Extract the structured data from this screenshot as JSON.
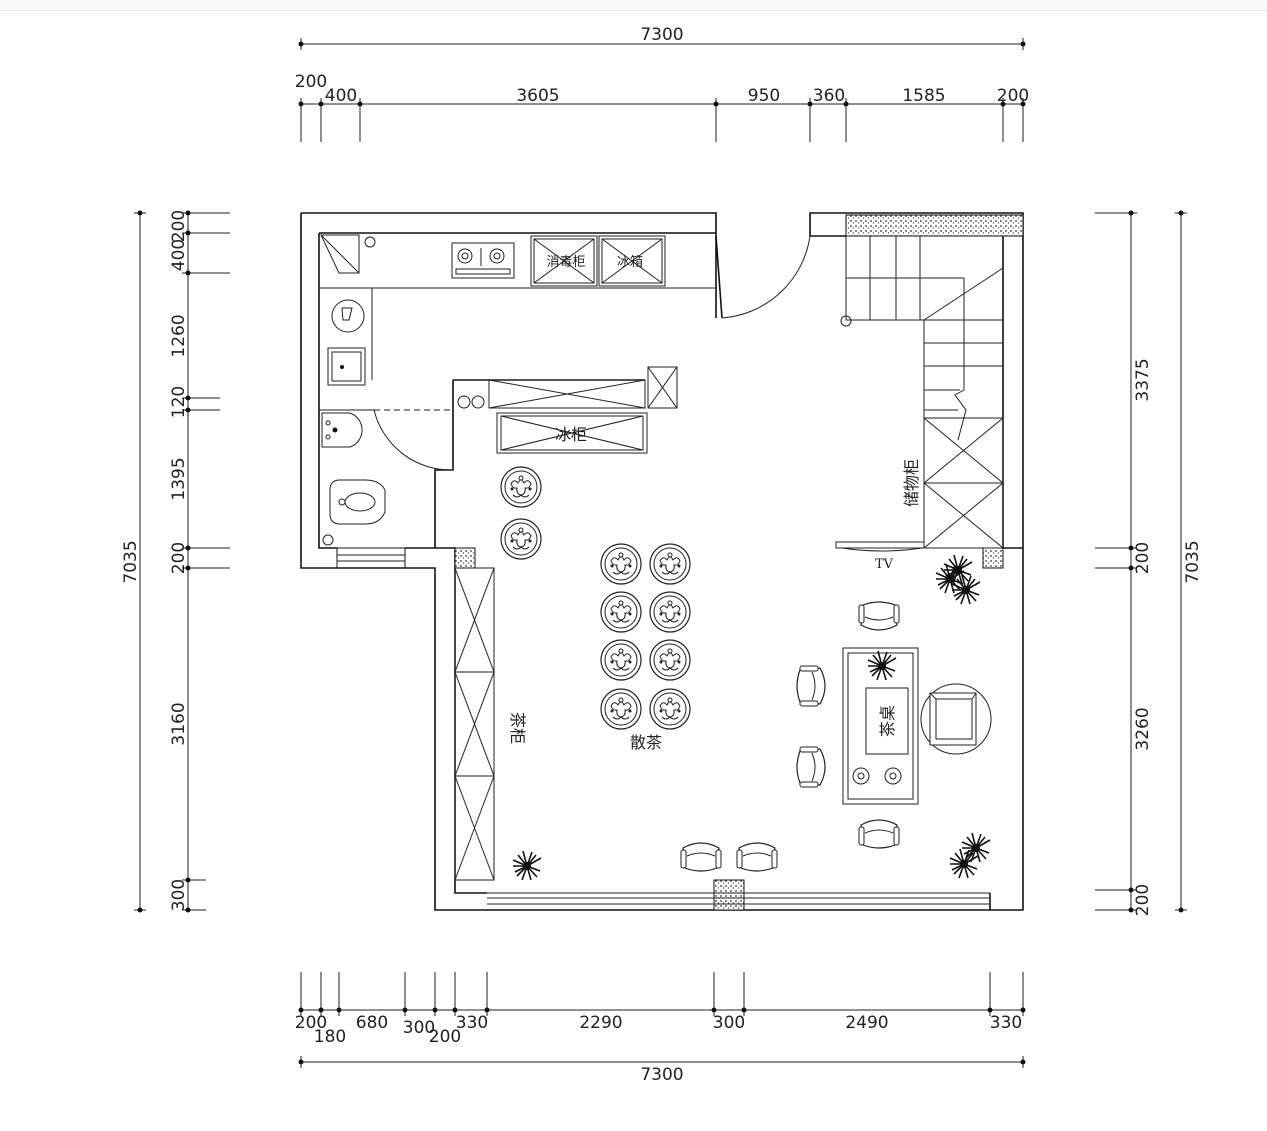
{
  "dimensions": {
    "top_total": "7300",
    "top_segments": [
      "200",
      "400",
      "3605",
      "950",
      "360",
      "1585",
      "200"
    ],
    "bottom_total": "7300",
    "bottom_segments_upper": [
      "200",
      "680",
      "300",
      "330",
      "2290",
      "300",
      "2490",
      "330"
    ],
    "bottom_segments_lower": [
      "180",
      "200"
    ],
    "left_total": "7035",
    "left_segments": [
      "200",
      "400",
      "1260",
      "120",
      "1395",
      "200",
      "3160",
      "300"
    ],
    "right_total": "7035",
    "right_segments": [
      "3375",
      "200",
      "3260",
      "200"
    ]
  },
  "labels": {
    "disinfect_cabinet": "消毒柜",
    "fridge": "冰箱",
    "freezer": "冰柜",
    "storage_cabinet": "储物柜",
    "tv": "TV",
    "tea_cabinet": "茶柜",
    "loose_tea": "散茶",
    "tea_table": "茶桌"
  }
}
